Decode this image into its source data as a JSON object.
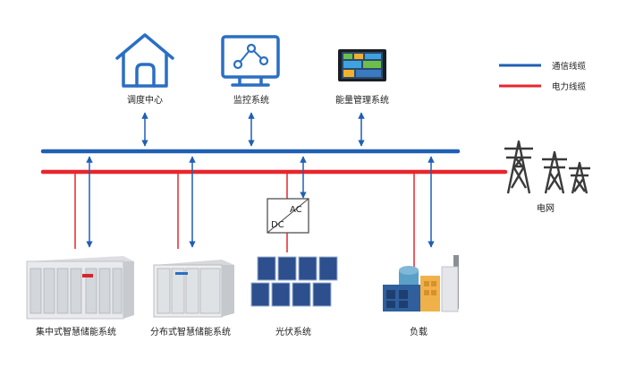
{
  "colors": {
    "communication": "#1f5fb5",
    "power": "#e8262d",
    "icon": "#2a6fc4",
    "tower": "#3a3a3a"
  },
  "legend": {
    "communication": "通信线缆",
    "power": "电力线缆"
  },
  "nodes": {
    "dispatch": {
      "label": "调度中心",
      "icon": "house-icon"
    },
    "monitoring": {
      "label": "监控系统",
      "icon": "monitor-icon"
    },
    "ems": {
      "label": "能量管理系统",
      "icon": "control-panel-icon"
    },
    "grid": {
      "label": "电网",
      "icon": "power-tower-icon"
    },
    "centralized": {
      "label": "集中式智慧储能系统",
      "icon": "container-storage-icon"
    },
    "distributed": {
      "label": "分布式智慧储能系统",
      "icon": "cabinet-storage-icon"
    },
    "pv": {
      "label": "光伏系统",
      "icon": "solar-panel-icon"
    },
    "load": {
      "label": "负载",
      "icon": "factory-icon"
    }
  },
  "converter": {
    "ac": "AC",
    "dc": "DC"
  }
}
